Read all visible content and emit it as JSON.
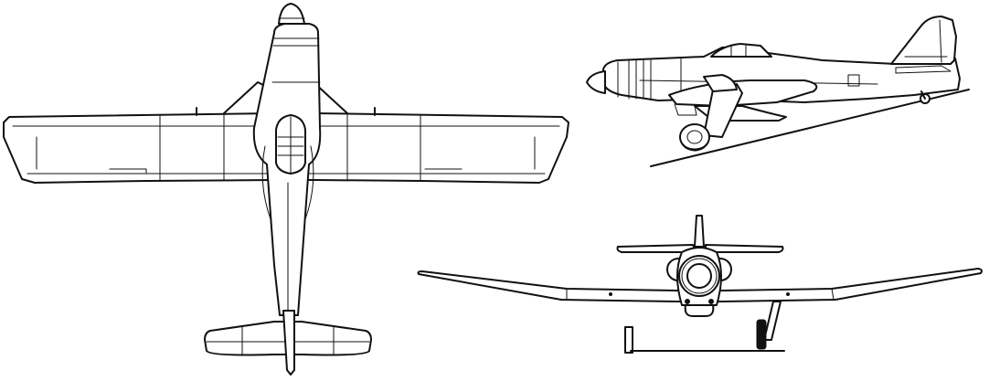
{
  "figure": {
    "kind": "three-view aircraft line drawing",
    "views": [
      "top-view",
      "side-view",
      "front-view"
    ],
    "ink_color": "#111111",
    "paper_color": "#ffffff"
  }
}
